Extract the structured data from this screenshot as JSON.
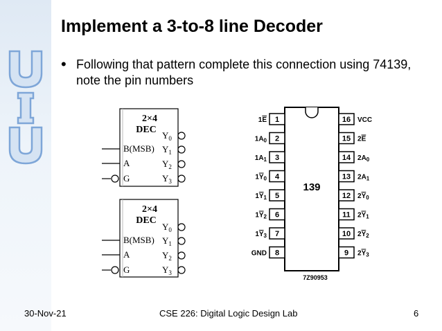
{
  "slide": {
    "title": "Implement a 3-to-8 line Decoder",
    "bullet": "Following that pattern complete this connection using 74139, note the pin numbers"
  },
  "decoder_block": {
    "title_line1": "2×4",
    "title_line2": "DEC",
    "inputs": [
      "B(MSB)",
      "A",
      "G"
    ],
    "outputs": [
      "Y",
      "Y",
      "Y",
      "Y"
    ],
    "output_subscripts": [
      "0",
      "1",
      "2",
      "3"
    ]
  },
  "chip": {
    "label": "139",
    "part_number": "7Z90953",
    "left_pins": [
      {
        "num": "1",
        "name": "1E",
        "overbar": "E"
      },
      {
        "num": "2",
        "name": "1A0"
      },
      {
        "num": "3",
        "name": "1A1"
      },
      {
        "num": "4",
        "name": "1Y0",
        "overbar": "Y"
      },
      {
        "num": "5",
        "name": "1Y1",
        "overbar": "Y"
      },
      {
        "num": "6",
        "name": "1Y2",
        "overbar": "Y"
      },
      {
        "num": "7",
        "name": "1Y3",
        "overbar": "Y"
      },
      {
        "num": "8",
        "name": "GND"
      }
    ],
    "right_pins": [
      {
        "num": "16",
        "name": "VCC"
      },
      {
        "num": "15",
        "name": "2E",
        "overbar": "E"
      },
      {
        "num": "14",
        "name": "2A0"
      },
      {
        "num": "13",
        "name": "2A1"
      },
      {
        "num": "12",
        "name": "2Y0",
        "overbar": "Y"
      },
      {
        "num": "11",
        "name": "2Y1",
        "overbar": "Y"
      },
      {
        "num": "10",
        "name": "2Y2",
        "overbar": "Y"
      },
      {
        "num": "9",
        "name": "2Y3",
        "overbar": "Y"
      }
    ]
  },
  "footer": {
    "date": "30-Nov-21",
    "course": "CSE 226: Digital Logic Design Lab",
    "page": "6"
  },
  "colors": {
    "sidebar": "#e3ecf6",
    "logo_outline": "#7ea6d8",
    "logo_fill": "#d5e3f3"
  }
}
